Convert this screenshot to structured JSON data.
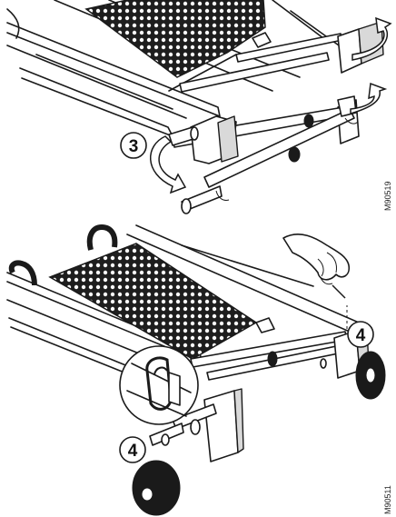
{
  "figure_top": {
    "callout": "3",
    "code": "M90519"
  },
  "figure_bottom": {
    "callout_right": "4",
    "callout_left": "4",
    "code": "M90511"
  }
}
